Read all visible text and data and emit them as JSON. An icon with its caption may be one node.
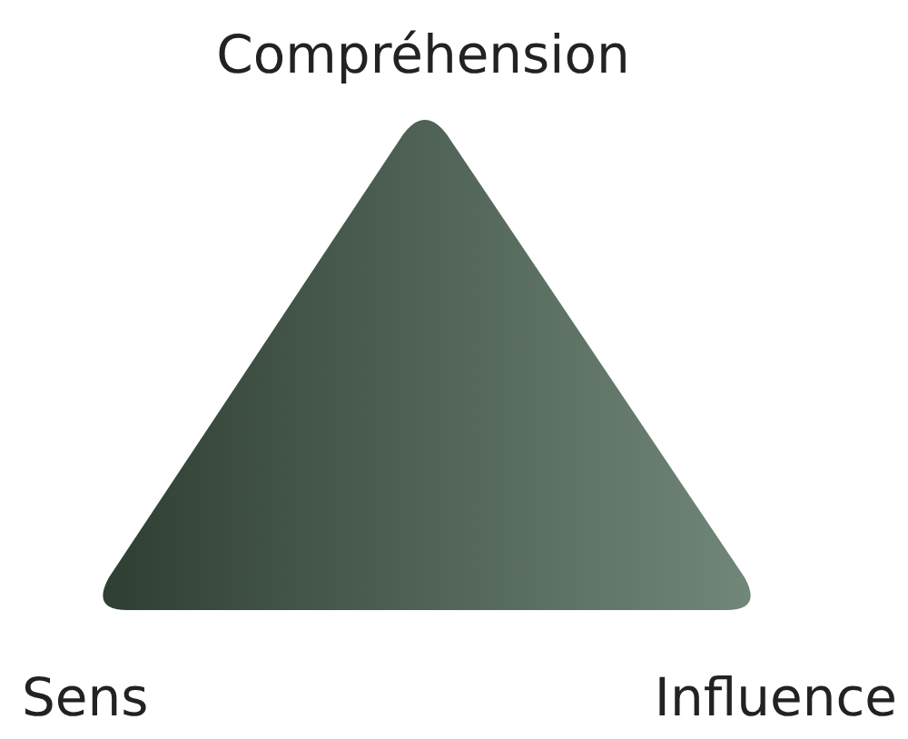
{
  "diagram": {
    "labels": [
      "Compréhension",
      "Sens",
      "Influence"
    ]
  }
}
